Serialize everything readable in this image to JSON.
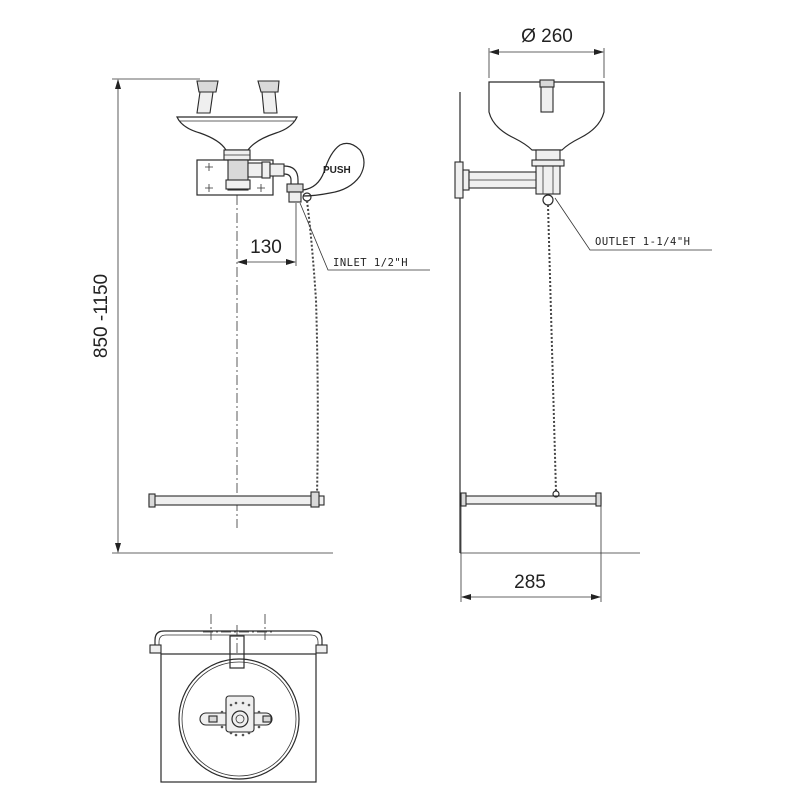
{
  "diagram": {
    "dimensions": {
      "height_range": "850 -1150",
      "offset": "130",
      "bowl_diameter": "Ø 260",
      "base_width": "285"
    },
    "labels": {
      "inlet": "INLET 1/2\"H",
      "outlet": "OUTLET 1-1/4\"H",
      "push": "PUSH"
    }
  }
}
